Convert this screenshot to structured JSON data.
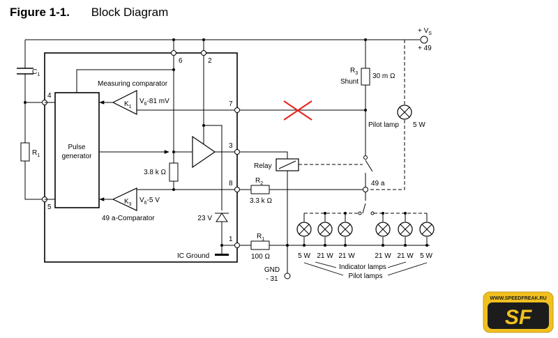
{
  "figure": {
    "number": "Figure 1-1.",
    "title": "Block Diagram"
  },
  "pins": {
    "p1": "1",
    "p2": "2",
    "p3": "3",
    "p4": "4",
    "p5": "5",
    "p6": "6",
    "p7": "7",
    "p8": "8"
  },
  "supply": {
    "label": "+ V",
    "subscript": "S",
    "terminal": "+ 49"
  },
  "ground": {
    "label": "GND",
    "terminal": "- 31"
  },
  "blocks": {
    "pulse_generator": [
      "Pulse",
      "generator"
    ],
    "measuring_comparator": "Measuring comparator",
    "k1": {
      "name": "K",
      "sub": "1",
      "threshold_pre": "V",
      "threshold_sub": "6",
      "threshold_post": "-81 mV"
    },
    "k3": {
      "name": "K",
      "sub": "3",
      "threshold_pre": "V",
      "threshold_sub": "6",
      "threshold_post": "-5 V"
    },
    "comparator_49a": "49 a-Comparator",
    "ic_ground": "IC Ground",
    "relay": "Relay"
  },
  "components": {
    "c1": {
      "name": "C",
      "sub": "1"
    },
    "r1_left": {
      "name": "R",
      "sub": "1"
    },
    "r3": {
      "name": "R",
      "sub": "3",
      "value": "30 m Ω"
    },
    "shunt": "Shunt",
    "r_internal": "3.8 k Ω",
    "r2": {
      "name": "R",
      "sub": "2",
      "value": "3.3 k Ω"
    },
    "r1_bottom": {
      "name": "R",
      "sub": "1",
      "value": "100 Ω"
    },
    "zener": "23 V",
    "pilot_lamp": {
      "label": "Pilot lamp",
      "power": "5 W"
    },
    "terminal_49a": "49 a"
  },
  "lamps": {
    "powers": [
      "5 W",
      "21 W",
      "21 W",
      "21 W",
      "21 W",
      "5 W"
    ],
    "indicator_label": "Indicator lamps",
    "pilot_label": "Pilot lamps"
  },
  "watermark": {
    "site": "WWW.SPEEDFREAK.RU",
    "mark": "SF"
  }
}
